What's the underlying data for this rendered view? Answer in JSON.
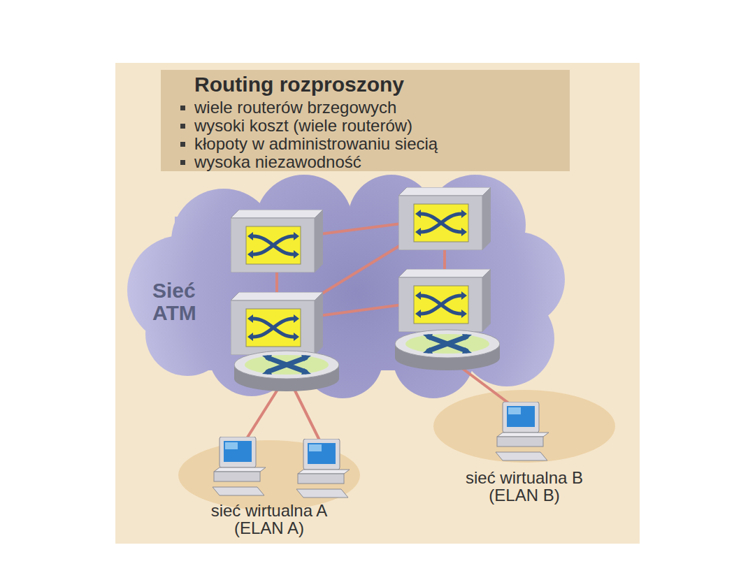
{
  "diagram": {
    "title": "Routing rozproszony",
    "nodes": [
      {
        "text": [
          "Sieć ATM"
        ]
      },
      {
        "text": [
          "sieć wirtualna A (ELAN A)"
        ]
      },
      {
        "text": [
          "sieć wirtualna B (ELAN B)"
        ]
      }
    ],
    "labels": [
      "wiele routerów brzegowych",
      "wysoki koszt (wiele routerów)",
      "kłopoty w administrowaniu siecią",
      "wysoka niezawodność"
    ]
  }
}
